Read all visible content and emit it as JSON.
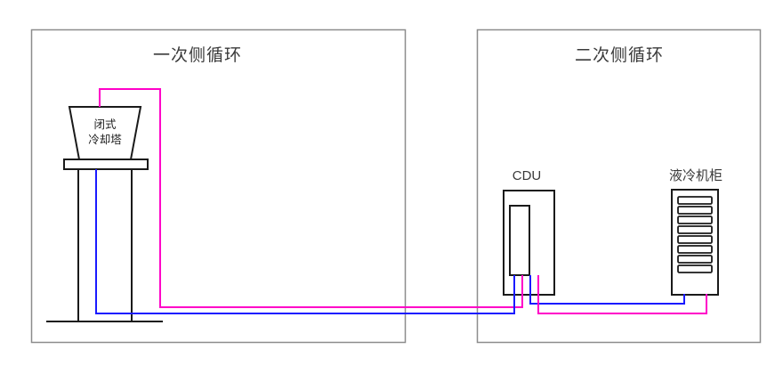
{
  "diagram": {
    "primary_loop_title": "一次侧循环",
    "secondary_loop_title": "二次侧循环",
    "cooling_tower_label_line1": "闭式",
    "cooling_tower_label_line2": "冷却塔",
    "cdu_label": "CDU",
    "cabinet_label": "液冷机柜"
  },
  "colors": {
    "hot_pipe": "#FF00C8",
    "cold_pipe": "#1A1AFF",
    "component_outline": "#1A1A1A",
    "zone_border": "#8C8C8C",
    "label_text": "#3A3A3A"
  }
}
